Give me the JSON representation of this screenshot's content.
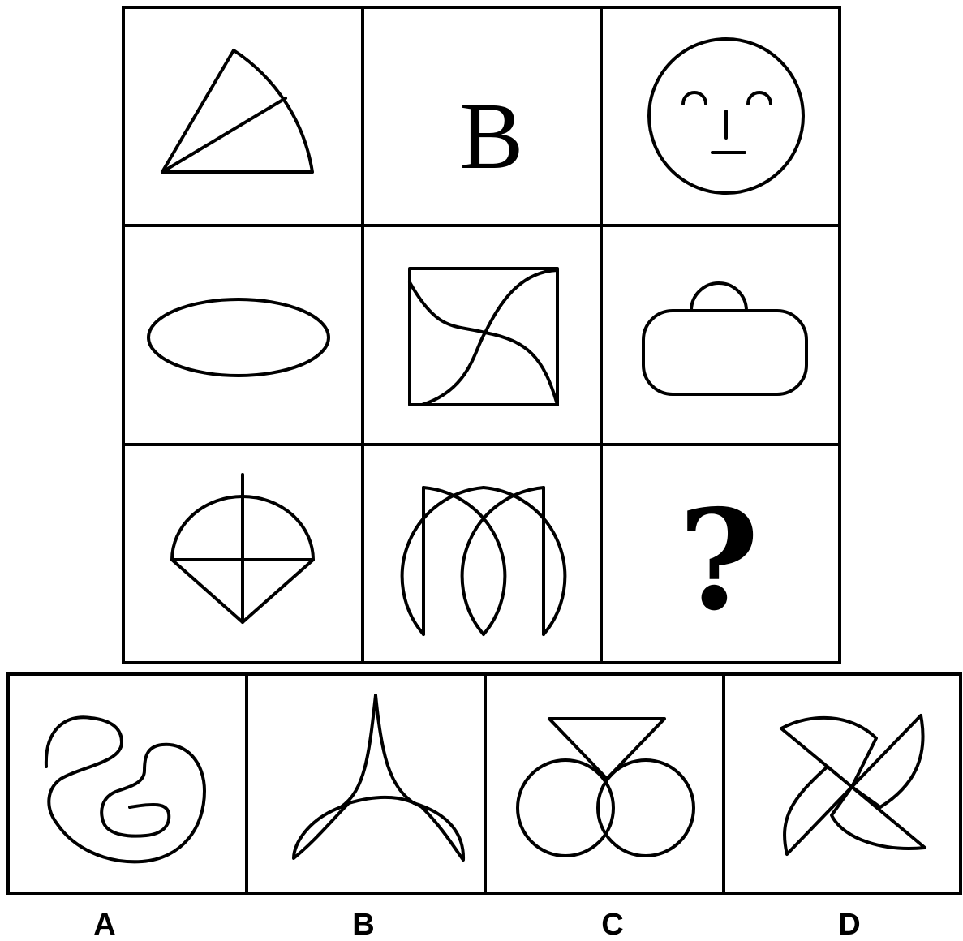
{
  "grid": {
    "rows": 3,
    "cols": 3,
    "cells": [
      {
        "icon": "sector-with-radius-icon"
      },
      {
        "icon": "letter-b-glyph",
        "text": "B"
      },
      {
        "icon": "smiling-face-icon"
      },
      {
        "icon": "ellipse-icon"
      },
      {
        "icon": "square-with-crossing-curves-icon"
      },
      {
        "icon": "handbag-icon"
      },
      {
        "icon": "semicircle-kite-with-cross-icon"
      },
      {
        "icon": "crossed-arcs-rectangle-icon"
      },
      {
        "icon": "question-mark-icon",
        "text": "?"
      }
    ]
  },
  "options": [
    {
      "label": "A",
      "icon": "looped-curve-icon"
    },
    {
      "label": "B",
      "icon": "curved-triangle-with-leaves-icon"
    },
    {
      "label": "C",
      "icon": "triangle-over-two-circles-icon"
    },
    {
      "label": "D",
      "icon": "pinwheel-icon"
    }
  ]
}
